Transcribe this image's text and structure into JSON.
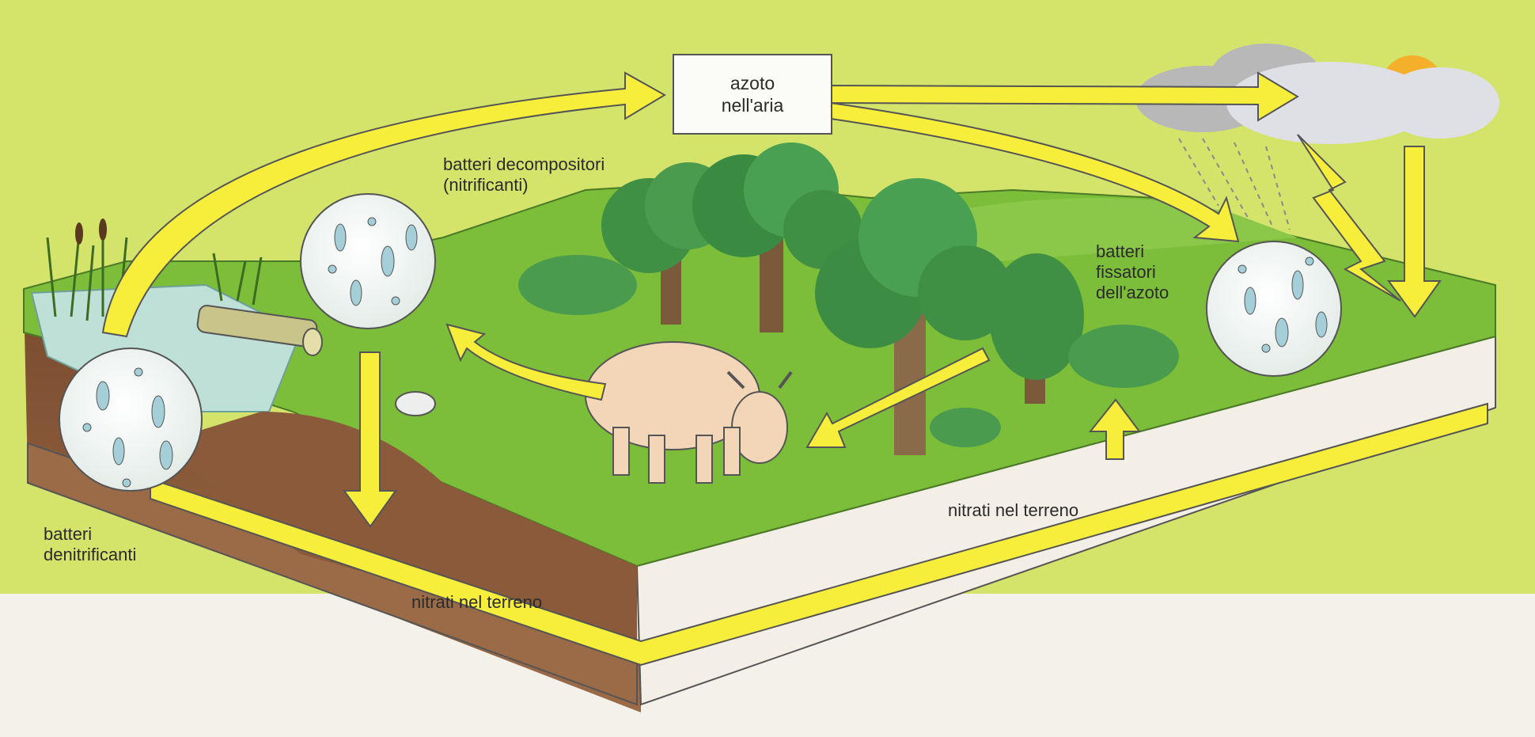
{
  "diagram": {
    "air_box": {
      "line1": "azoto",
      "line2": "nell'aria"
    },
    "labels": {
      "decomposers_line1": "batteri decompositori",
      "decomposers_line2": "(nitrificanti)",
      "fixers_line1": "batteri",
      "fixers_line2": "fissatori",
      "fixers_line3": "dell'azoto",
      "denitrifiers_line1": "batteri",
      "denitrifiers_line2": "denitrificanti",
      "soil_nitrates_front": "nitrati nel terreno",
      "soil_nitrates_right": "nitrati nel terreno"
    },
    "colors": {
      "sky": "#d4e46a",
      "grass": "#7cbd3a",
      "arrow": "#f7ee3c",
      "soil": "#8a5a3a",
      "water": "#bfe0d6"
    }
  }
}
